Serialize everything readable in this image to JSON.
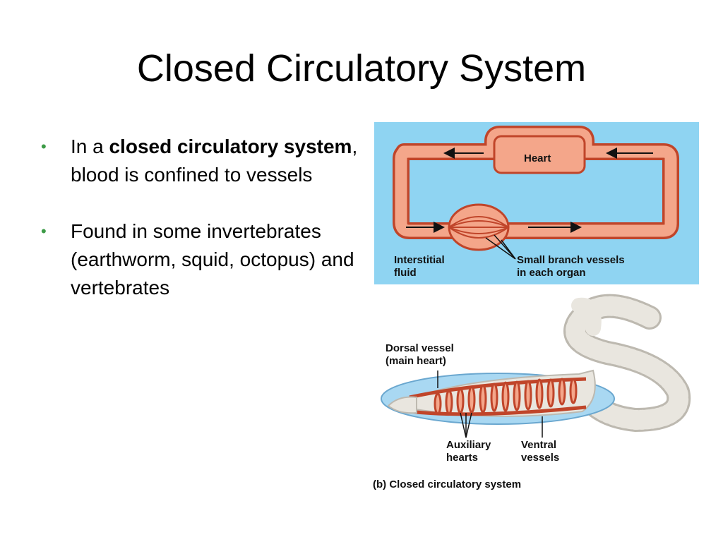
{
  "slide": {
    "title": "Closed Circulatory System"
  },
  "bullets": [
    {
      "prefix": "In a ",
      "bold": "closed circulatory system",
      "suffix": ", blood is confined to vessels"
    },
    {
      "text": "Found in some invertebrates (earthworm, squid, octopus) and vertebrates"
    }
  ],
  "bullet_glyph": "•",
  "figure": {
    "top_diagram": {
      "heart_label": "Heart",
      "interstitial_label_line1": "Interstitial",
      "interstitial_label_line2": "fluid",
      "branch_label_line1": "Small branch vessels",
      "branch_label_line2": "in each organ"
    },
    "earthworm": {
      "dorsal_label_line1": "Dorsal vessel",
      "dorsal_label_line2": "(main heart)",
      "auxiliary_label_line1": "Auxiliary",
      "auxiliary_label_line2": "hearts",
      "ventral_label_line1": "Ventral",
      "ventral_label_line2": "vessels"
    },
    "caption": "(b) Closed circulatory system"
  },
  "colors": {
    "bullet": "#3d9b47",
    "panel_blue": "#8fd4f2",
    "vessel_fill": "#f4a68a",
    "vessel_stroke": "#c0452a",
    "worm_body": "#e9e6df",
    "worm_shadow": "#bdb9b0",
    "coelom_blue": "#a9d8f2"
  }
}
